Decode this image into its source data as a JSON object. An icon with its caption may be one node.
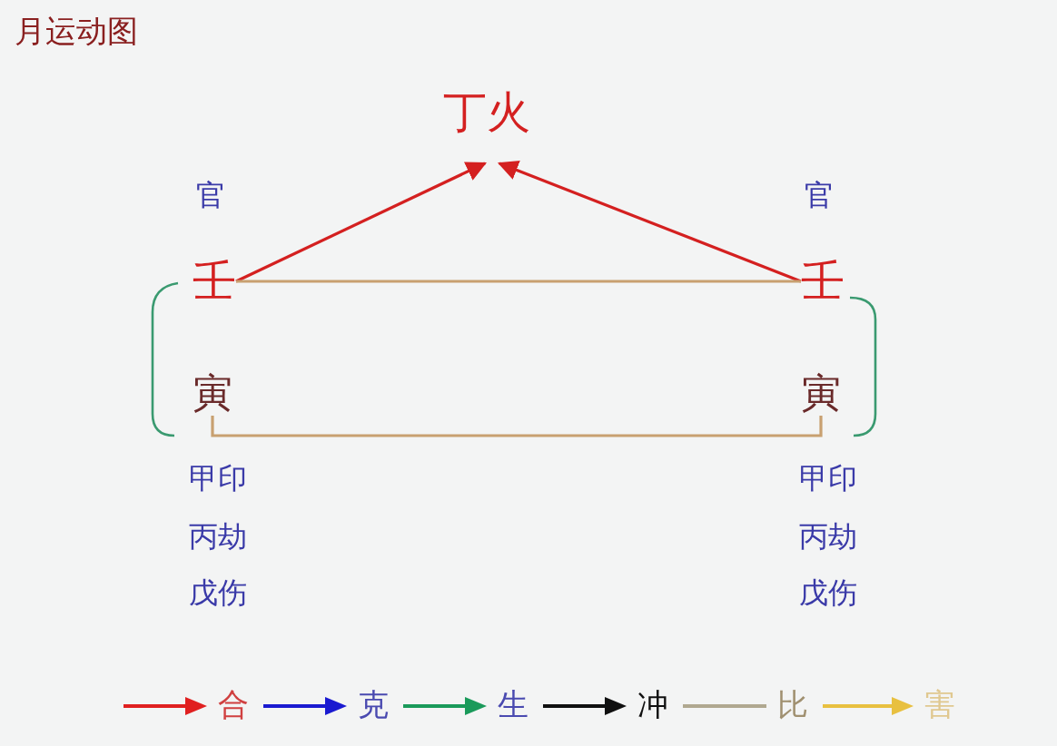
{
  "diagram": {
    "title": "月运动图",
    "nodes": [
      {
        "text": [
          "丁火"
        ]
      },
      {
        "text": [
          "壬"
        ]
      },
      {
        "text": [
          "壬"
        ]
      },
      {
        "text": [
          "寅"
        ]
      },
      {
        "text": [
          "寅"
        ]
      }
    ],
    "edges": [
      {
        "from": 1,
        "to": 0,
        "arrow": "to"
      },
      {
        "from": 2,
        "to": 0,
        "arrow": "to"
      },
      {
        "from": 1,
        "to": 2,
        "arrow": "none",
        "color": "#c8a070"
      },
      {
        "from": 3,
        "to": 4,
        "arrow": "none",
        "color": "#c8a070"
      }
    ],
    "labels": [
      "官",
      "官",
      "甲印",
      "甲印",
      "丙劫",
      "丙劫",
      "戊伤",
      "戊伤"
    ],
    "legend": [
      {
        "text": "合"
      },
      {
        "text": "克"
      },
      {
        "text": "生"
      },
      {
        "text": "冲"
      },
      {
        "text": "比"
      },
      {
        "text": "害"
      }
    ]
  }
}
